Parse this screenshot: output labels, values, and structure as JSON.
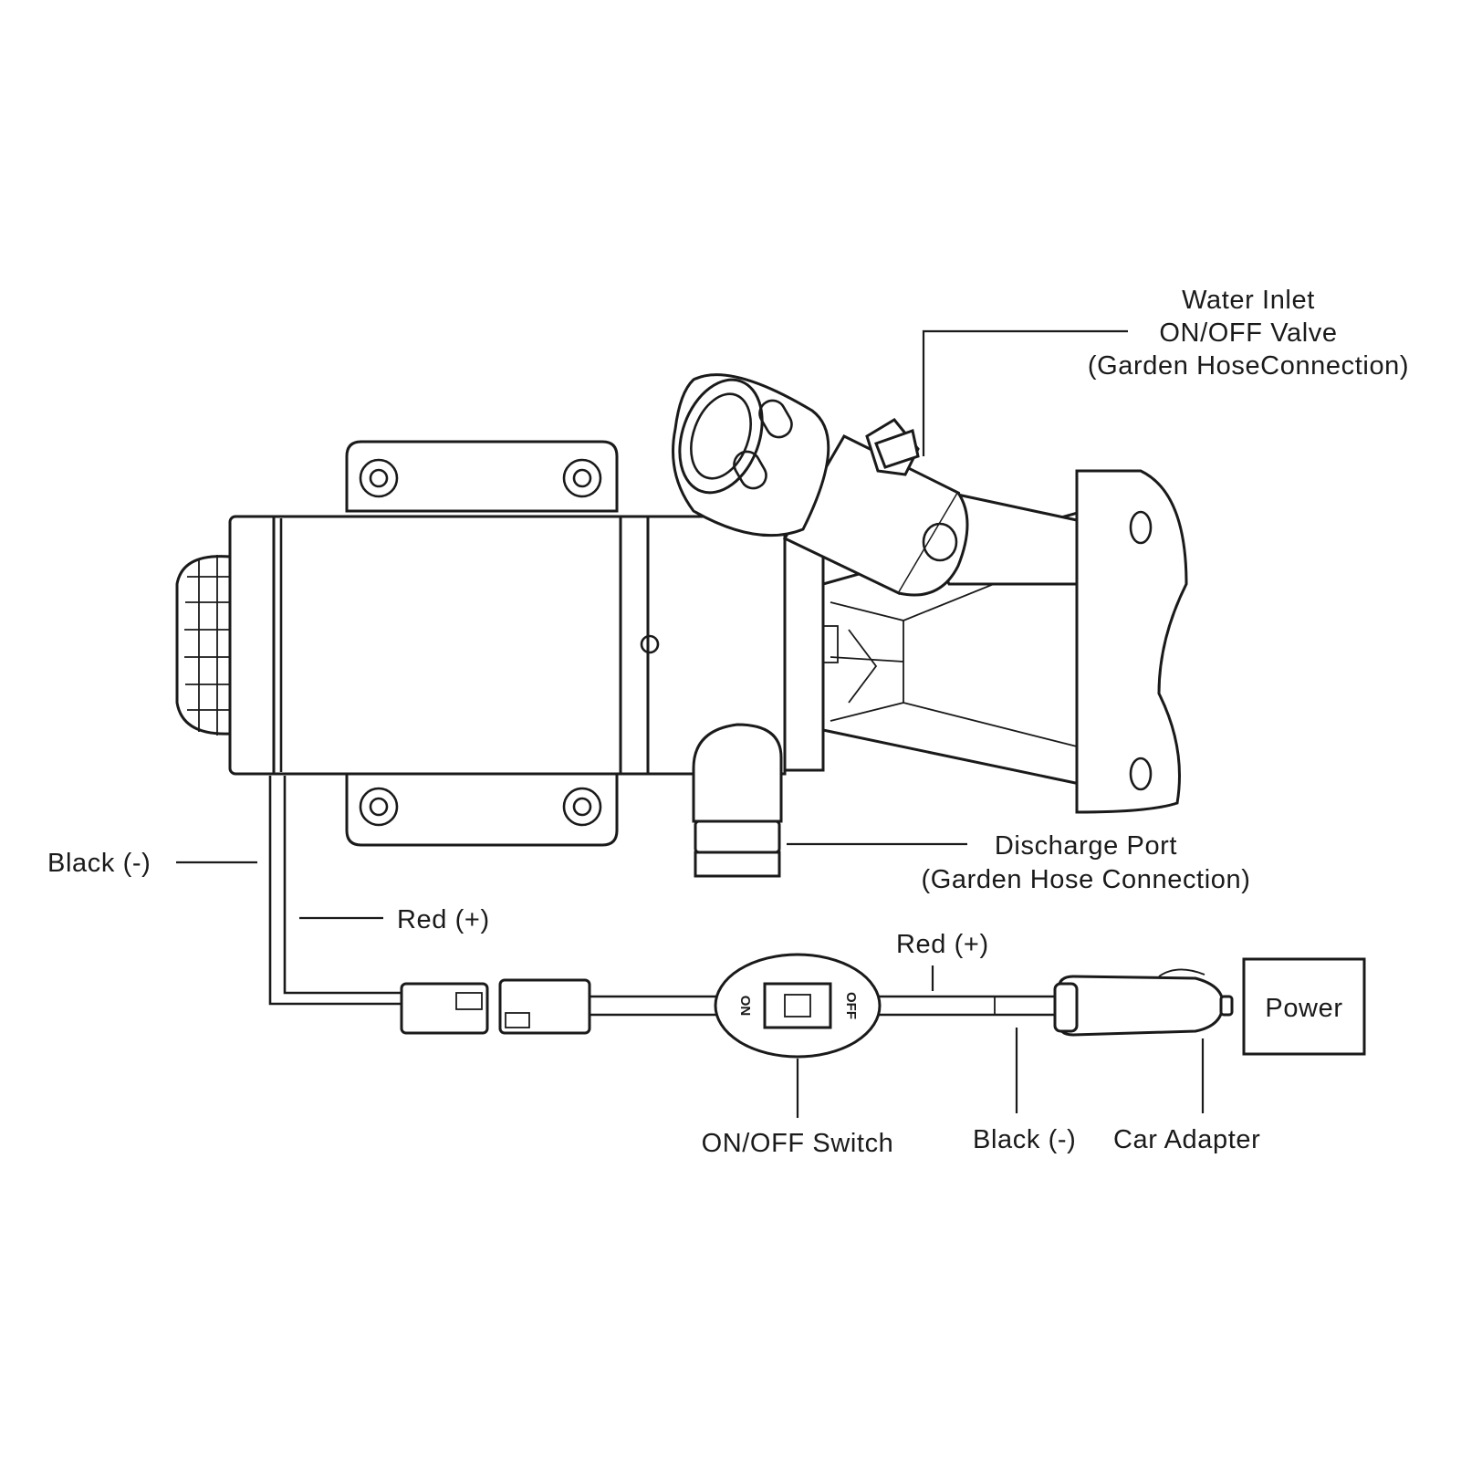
{
  "labels": {
    "water_inlet": [
      "Water Inlet",
      "ON/OFF Valve",
      "(Garden HoseConnection)"
    ],
    "discharge_port": [
      "Discharge Port",
      "(Garden Hose Connection)"
    ],
    "black_neg_left": "Black (-)",
    "red_pos_left": "Red (+)",
    "red_pos_right": "Red (+)",
    "black_neg_right": "Black (-)",
    "onoff_switch": "ON/OFF Switch",
    "car_adapter": "Car Adapter",
    "power": "Power"
  },
  "switch_marks": {
    "on": "ON",
    "off": "OFF"
  },
  "colors": {
    "ink": "#1a1a1a",
    "paper": "#ffffff"
  }
}
